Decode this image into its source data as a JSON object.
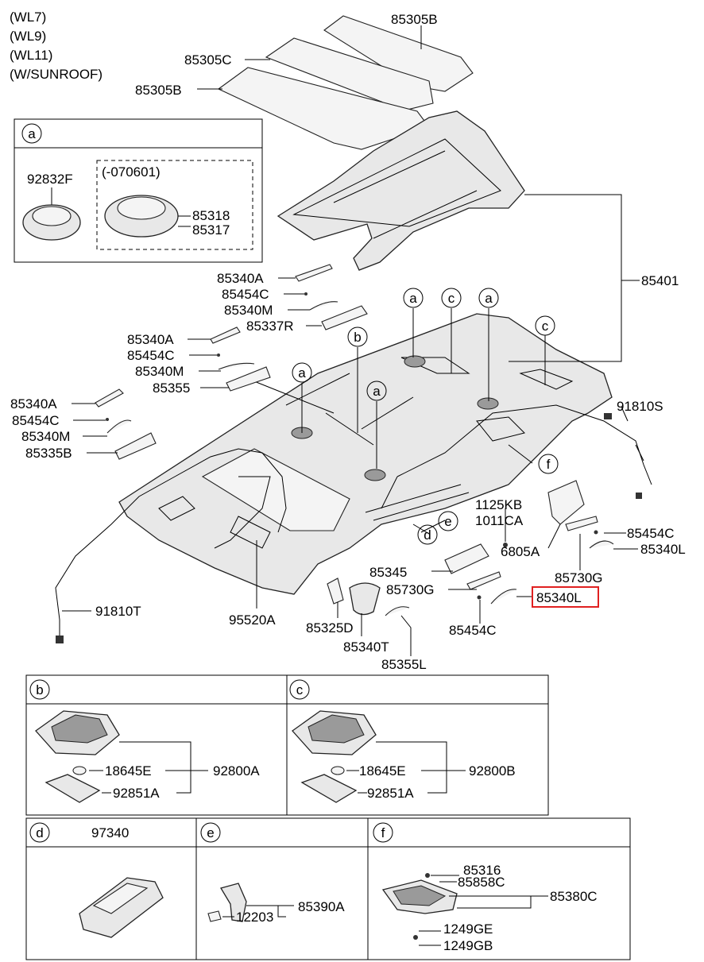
{
  "header": {
    "lines": [
      "(WL7)",
      "(WL9)",
      "(WL11)",
      "(W/SUNROOF)"
    ]
  },
  "detail_a": {
    "circle": "a",
    "left_part": "92832F",
    "sub_note": "(-070601)",
    "right_parts": [
      "85318",
      "85317"
    ]
  },
  "callout_letters": {
    "a": "a",
    "b": "b",
    "c": "c",
    "d": "d",
    "e": "e",
    "f": "f"
  },
  "labels": {
    "p85305B_top": "85305B",
    "p85305C": "85305C",
    "p85305B_left": "85305B",
    "p85401": "85401",
    "p85340A_1": "85340A",
    "p85454C_1": "85454C",
    "p85340M_1": "85340M",
    "p85337R": "85337R",
    "p85340A_2": "85340A",
    "p85454C_2": "85454C",
    "p85340M_2": "85340M",
    "p85355": "85355",
    "p85340A_3": "85340A",
    "p85454C_3": "85454C",
    "p85340M_3": "85340M",
    "p85335B": "85335B",
    "p91810S": "91810S",
    "p1125KB": "1125KB",
    "p1011CA": "1011CA",
    "p6805A": "6805A",
    "p85454C_r": "85454C",
    "p85340L_r": "85340L",
    "p85730G_r": "85730G",
    "p85345": "85345",
    "p85730G_m": "85730G",
    "p85340L_m": "85340L",
    "p85454C_m": "85454C",
    "p91810T": "91810T",
    "p95520A": "95520A",
    "p85325D": "85325D",
    "p85340T": "85340T",
    "p85355L": "85355L"
  },
  "detail_b": {
    "circle": "b",
    "bulb": "18645E",
    "lens": "92851A",
    "assy": "92800A"
  },
  "detail_c": {
    "circle": "c",
    "bulb": "18645E",
    "lens": "92851A",
    "assy": "92800B"
  },
  "detail_d": {
    "circle": "d",
    "part": "97340"
  },
  "detail_e": {
    "circle": "e",
    "screw": "12203",
    "assy": "85390A"
  },
  "detail_f": {
    "circle": "f",
    "top1": "85316",
    "top2": "85858C",
    "assy": "85380C",
    "bot1": "1249GE",
    "bot2": "1249GB"
  }
}
